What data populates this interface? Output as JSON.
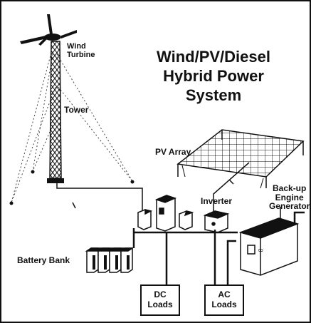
{
  "title": {
    "line1": "Wind/PV/Diesel",
    "line2": "Hybrid Power",
    "line3": "System"
  },
  "labels": {
    "wind_turbine_1": "Wind",
    "wind_turbine_2": "Turbine",
    "tower": "Tower",
    "pv_array": "PV Array",
    "inverter": "Inverter",
    "backup_1": "Back-up",
    "backup_2": "Engine",
    "backup_3": "Generator",
    "battery_bank": "Battery Bank",
    "dc_loads_1": "DC",
    "dc_loads_2": "Loads",
    "ac_loads_1": "AC",
    "ac_loads_2": "Loads"
  },
  "colors": {
    "ink": "#111111",
    "panel_fill": "#e8e8e8",
    "background": "#ffffff"
  }
}
